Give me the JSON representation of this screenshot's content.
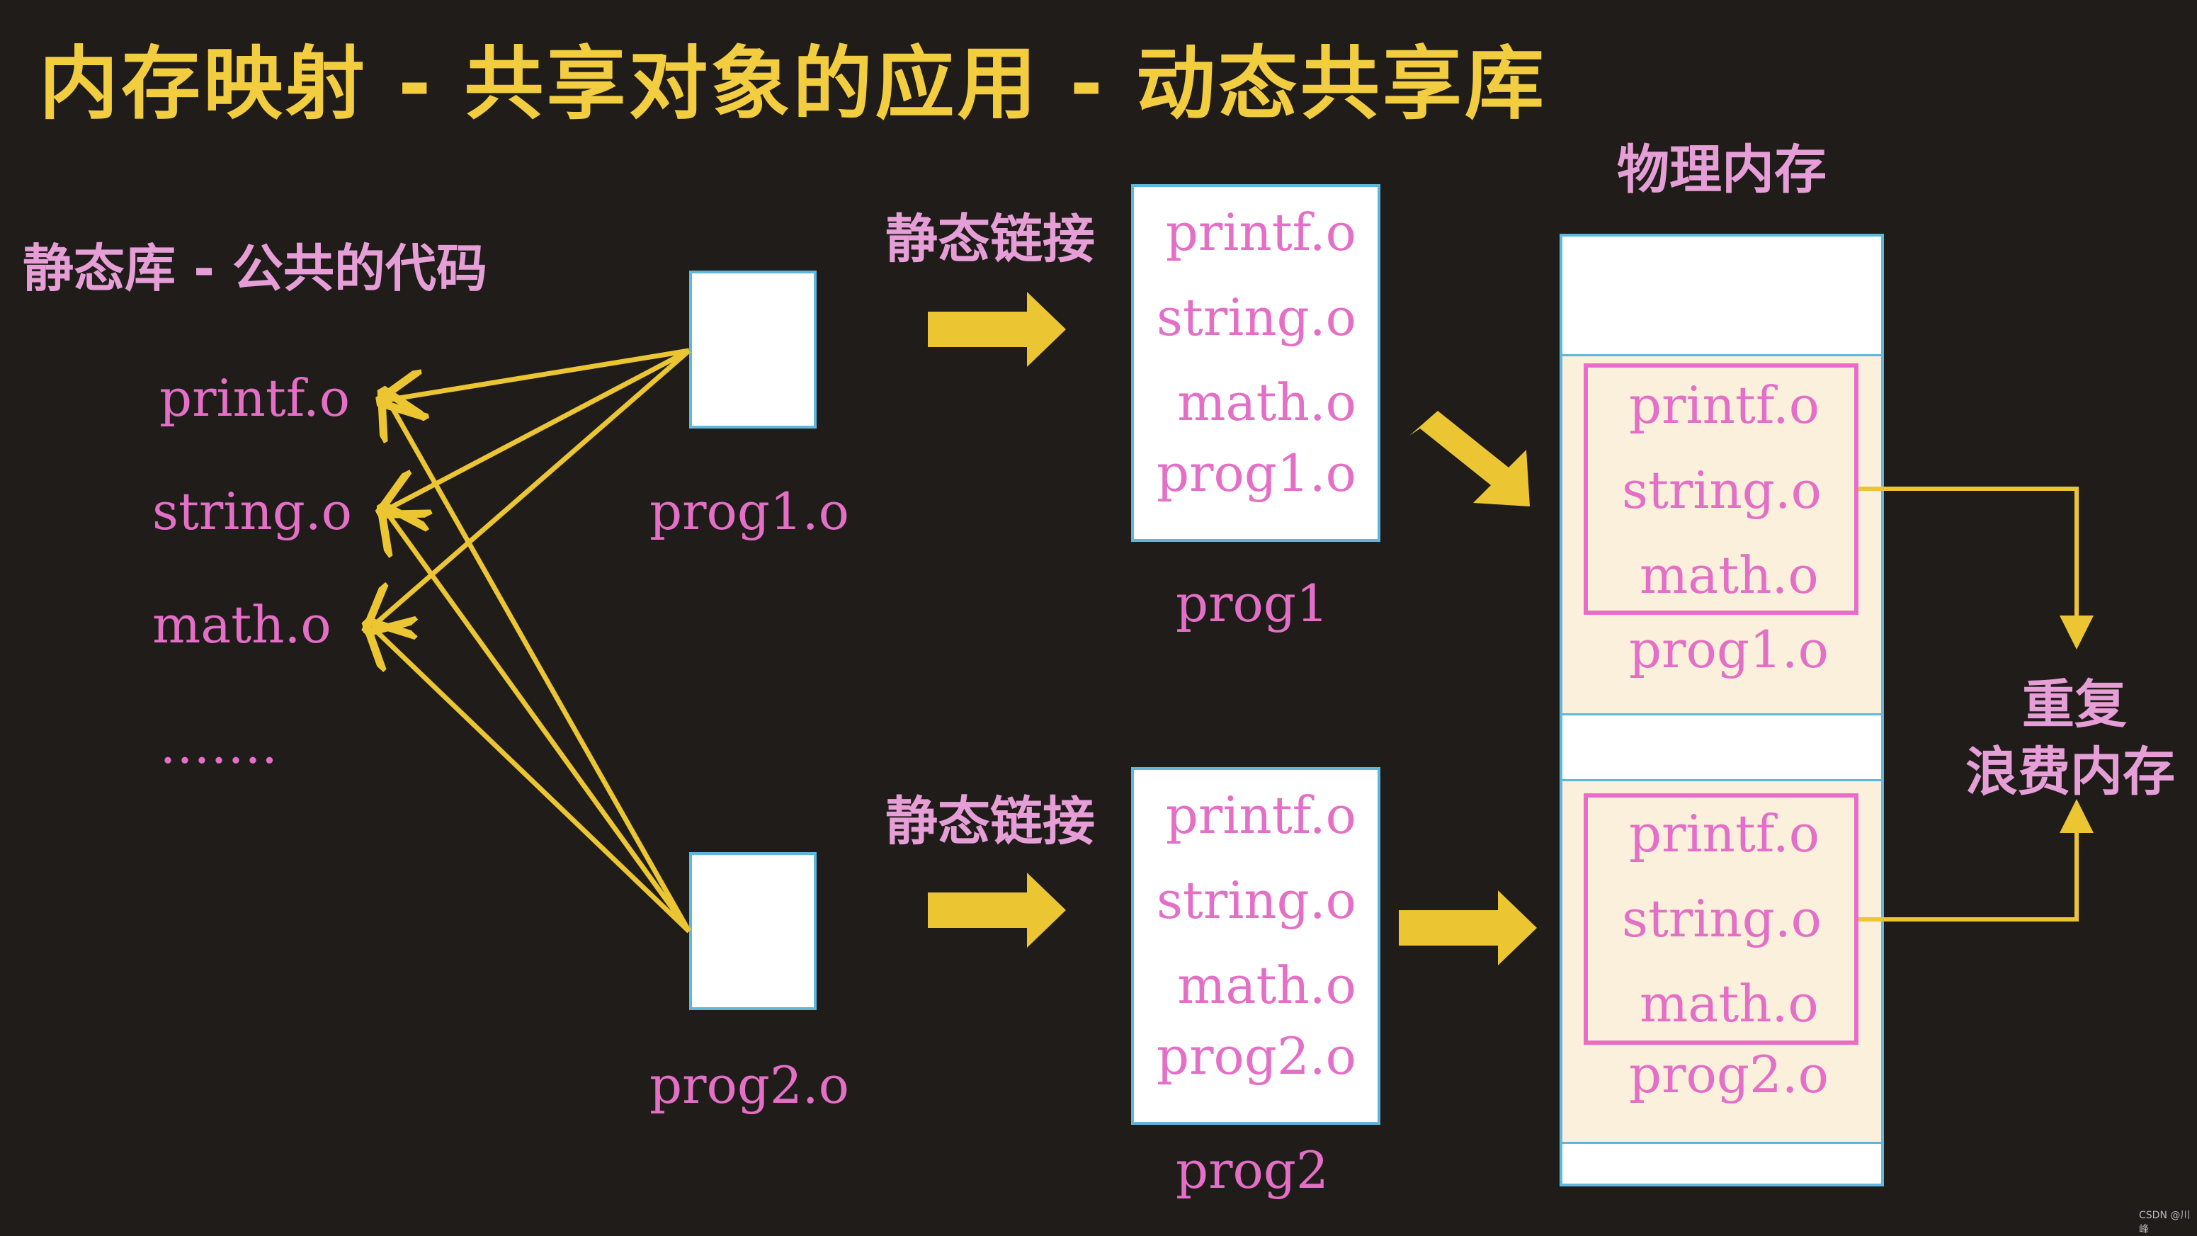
{
  "title": "内存映射 - 共享对象的应用 - 动态共享库",
  "static_lib": {
    "label": "静态库 - 公共的代码",
    "items": [
      "printf.o",
      "string.o",
      "math.o",
      "……."
    ]
  },
  "objects": {
    "prog1": "prog1.o",
    "prog2": "prog2.o"
  },
  "linking": {
    "label1": "静态链接",
    "label2": "静态链接",
    "prog1_box": [
      "printf.o",
      "string.o",
      "math.o",
      "prog1.o"
    ],
    "prog1_name": "prog1",
    "prog2_box": [
      "printf.o",
      "string.o",
      "math.o",
      "prog2.o"
    ],
    "prog2_name": "prog2"
  },
  "physical_memory": {
    "label": "物理内存",
    "segment1": {
      "shared": [
        "printf.o",
        "string.o",
        "math.o"
      ],
      "own": "prog1.o"
    },
    "segment2": {
      "shared": [
        "printf.o",
        "string.o",
        "math.o"
      ],
      "own": "prog2.o"
    }
  },
  "duplicate_note": {
    "line1": "重复",
    "line2": "浪费内存"
  },
  "watermark": "CSDN @川峰",
  "colors": {
    "background": "#201c1a",
    "title": "#f2cd3f",
    "label": "#e59ed6",
    "module": "#e46fc6",
    "arrow": "#ecc632",
    "box_border": "#5fb8dc"
  }
}
